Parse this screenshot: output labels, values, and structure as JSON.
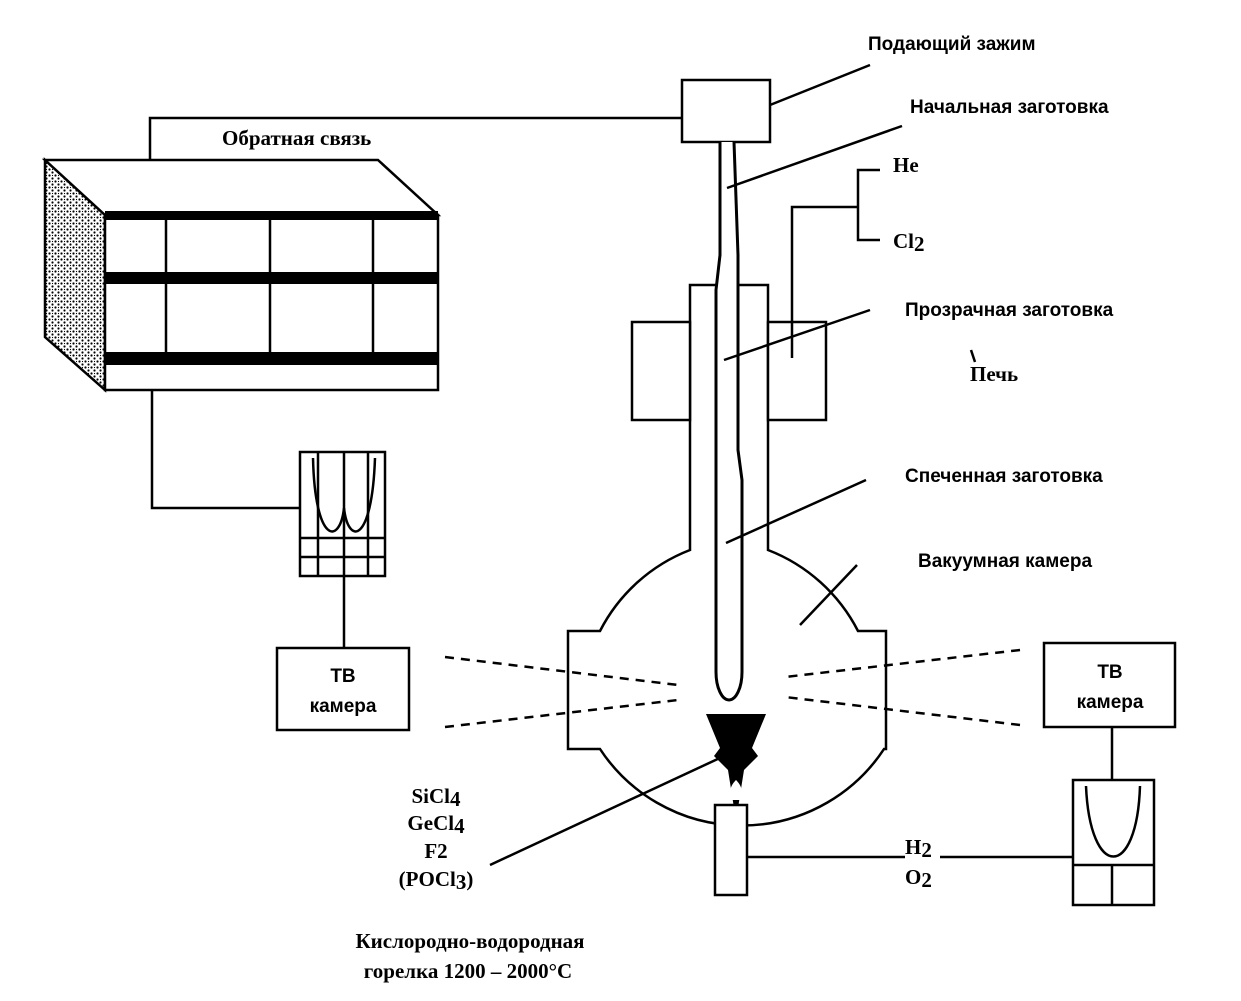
{
  "labels": {
    "feed_clamp": "Подающий зажим",
    "initial_preform": "Начальная заготовка",
    "helium": "He",
    "chlorine": "Cl",
    "chlorine_sub": "2",
    "transparent_preform": "Прозрачная заготовка",
    "furnace": "Печь",
    "sintered_preform": "Спеченная заготовка",
    "vacuum_chamber": "Вакуумная камера",
    "feedback": "Обратная связь",
    "tv_camera_left_line1": "ТВ",
    "tv_camera_left_line2": "камера",
    "tv_camera_right_line1": "ТВ",
    "tv_camera_right_line2": "камера",
    "gas_sicl": "SiCl",
    "gas_sicl_sub": "4",
    "gas_gecl": "GeCl",
    "gas_gecl_sub": "4",
    "gas_f2": "F2",
    "gas_pocl_open": "(POCl",
    "gas_pocl_sub": "3",
    "gas_pocl_close": ")",
    "hydrogen": "H",
    "hydrogen_sub": "2",
    "oxygen": "O",
    "oxygen_sub": "2",
    "burner_line1": "Кислородно-водородная",
    "burner_line2": "горелка 1200 – 2000°С"
  },
  "colors": {
    "line": "#000000",
    "background": "#ffffff"
  }
}
